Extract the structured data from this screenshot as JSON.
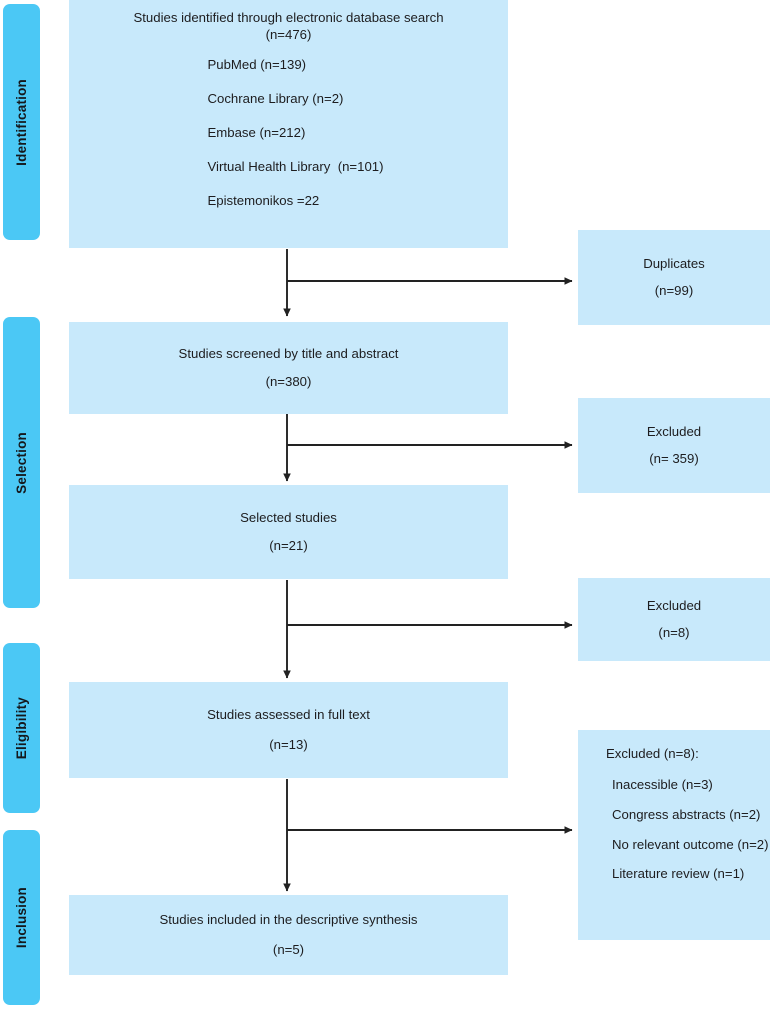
{
  "diagram": {
    "type": "prisma-flow-diagram",
    "colors": {
      "stage_bar": "#4BC8F5",
      "box_fill": "#C8E9FB",
      "arrow": "#222222",
      "text": "#1d1d1f"
    },
    "stages": [
      {
        "id": "identification",
        "label": "Identification"
      },
      {
        "id": "selection",
        "label": "Selection"
      },
      {
        "id": "eligibility",
        "label": "Eligibility"
      },
      {
        "id": "inclusion",
        "label": "Inclusion"
      }
    ],
    "main_boxes": [
      {
        "id": "identified",
        "title": "Studies identified through electronic database search",
        "count": "(n=476)",
        "sources": [
          "PubMed (n=139)",
          "Cochrane Library (n=2)",
          "Embase (n=212)",
          "Virtual Health Library  (n=101)",
          "Epistemonikos =22"
        ]
      },
      {
        "id": "screened",
        "title": "Studies screened by title and abstract",
        "count": "(n=380)"
      },
      {
        "id": "selected",
        "title": "Selected studies",
        "count": "(n=21)"
      },
      {
        "id": "full-text",
        "title": "Studies assessed in full text",
        "count": "(n=13)"
      },
      {
        "id": "included",
        "title": "Studies included in the descriptive synthesis",
        "count": "(n=5)"
      }
    ],
    "side_boxes": [
      {
        "id": "duplicates",
        "title": "Duplicates",
        "count": "(n=99)"
      },
      {
        "id": "excluded-screening",
        "title": "Excluded",
        "count": "(n= 359)"
      },
      {
        "id": "excluded-selection",
        "title": "Excluded",
        "count": "(n=8)"
      }
    ],
    "excluded_detail": {
      "id": "excluded-detail",
      "header": "Excluded (n=8):",
      "reasons": [
        "Inacessible (n=3)",
        "Congress abstracts\n(n=2)",
        "No relevant\noutcome (n=2)",
        "Literature review\n(n=1)"
      ]
    }
  }
}
